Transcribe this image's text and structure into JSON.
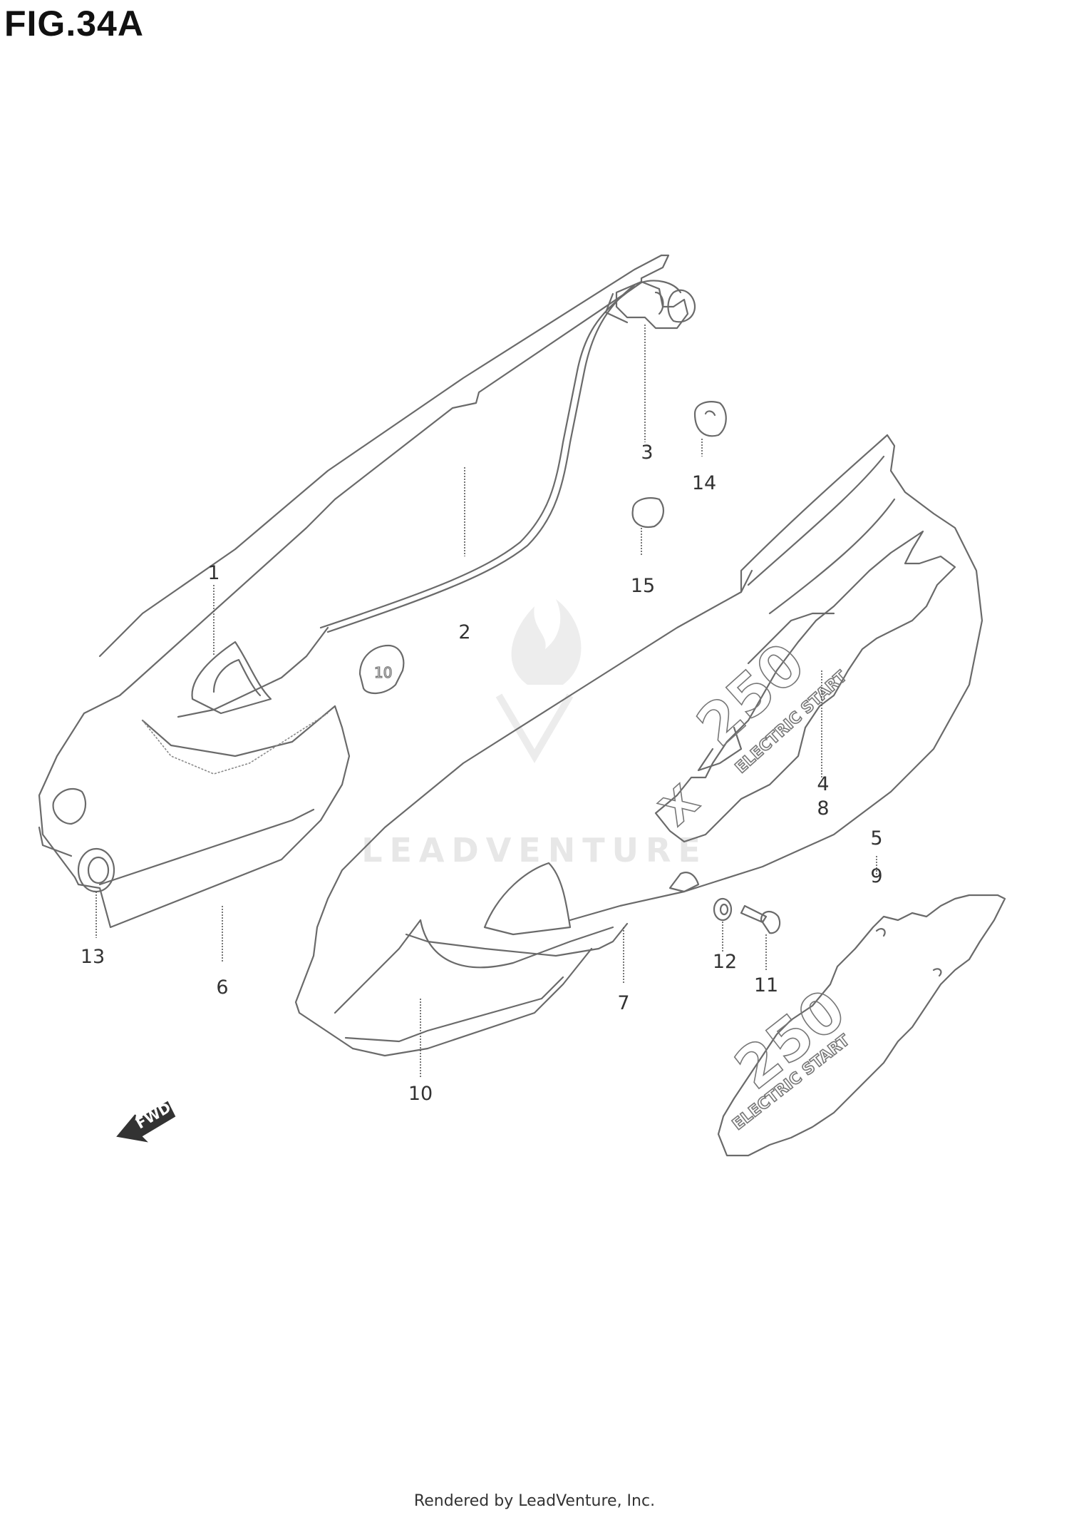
{
  "figure": {
    "title": "FIG.34A"
  },
  "callouts": [
    {
      "id": "1",
      "label": "1"
    },
    {
      "id": "2",
      "label": "2"
    },
    {
      "id": "3",
      "label": "3"
    },
    {
      "id": "4",
      "label": "4"
    },
    {
      "id": "5",
      "label": "5"
    },
    {
      "id": "6",
      "label": "6"
    },
    {
      "id": "7",
      "label": "7"
    },
    {
      "id": "8",
      "label": "8"
    },
    {
      "id": "9",
      "label": "9"
    },
    {
      "id": "10",
      "label": "10"
    },
    {
      "id": "11",
      "label": "11"
    },
    {
      "id": "12",
      "label": "12"
    },
    {
      "id": "13",
      "label": "13"
    },
    {
      "id": "14",
      "label": "14"
    },
    {
      "id": "15",
      "label": "15"
    }
  ],
  "direction_arrow": {
    "label": "FWD"
  },
  "watermark": {
    "text": "LEADVENTURE"
  },
  "footer": {
    "text": "Rendered by LeadVenture, Inc."
  },
  "colors": {
    "line": "#6a6a6a",
    "text": "#333333",
    "watermark": "#e7e7e7"
  }
}
